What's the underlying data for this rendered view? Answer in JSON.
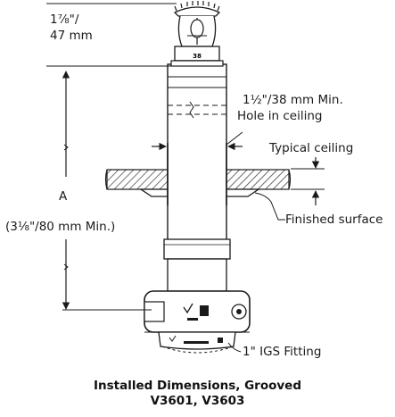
{
  "labels": {
    "top_dim_line1": "1⅞\"/",
    "top_dim_line2": "47 mm",
    "hole_line1": "1½\"/38 mm Min.",
    "hole_line2": "Hole in ceiling",
    "typical_ceiling": "Typical ceiling",
    "dim_a": "A",
    "dim_a_min": "(3⅛\"/80 mm Min.)",
    "finished_surface": "Finished surface",
    "igs_fitting": "1\" IGS Fitting",
    "deflector_mark": "38"
  },
  "caption": {
    "line1": "Installed Dimensions, Grooved",
    "line2": "V3601, V3603"
  },
  "colors": {
    "line": "#1a1a1a",
    "hatch": "#333333",
    "background": "#ffffff"
  }
}
